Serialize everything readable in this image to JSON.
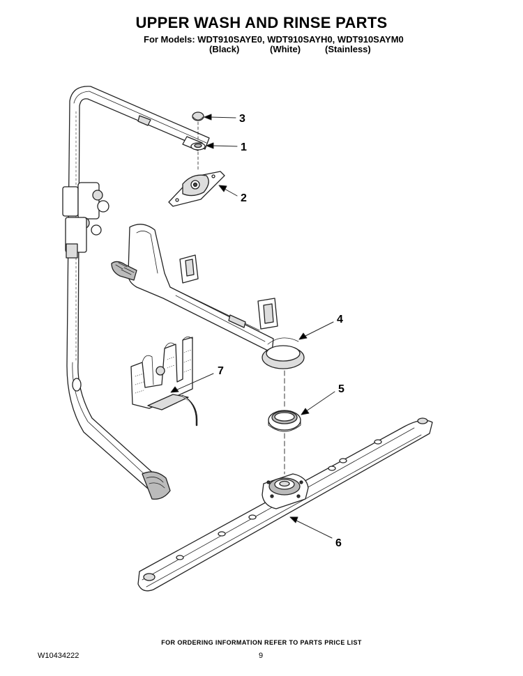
{
  "title": "UPPER WASH AND RINSE PARTS",
  "models_line": "For Models: WDT910SAYE0, WDT910SAYH0, WDT910SAYM0",
  "variants": [
    "(Black)",
    "(White)",
    "(Stainless)"
  ],
  "callouts": {
    "c3": "3",
    "c1": "1",
    "c2": "2",
    "c4": "4",
    "c7": "7",
    "c5": "5",
    "c6": "6"
  },
  "footer": {
    "ordering_note": "FOR ORDERING INFORMATION REFER TO PARTS PRICE LIST",
    "doc_number": "W10434222",
    "page_number": "9"
  }
}
